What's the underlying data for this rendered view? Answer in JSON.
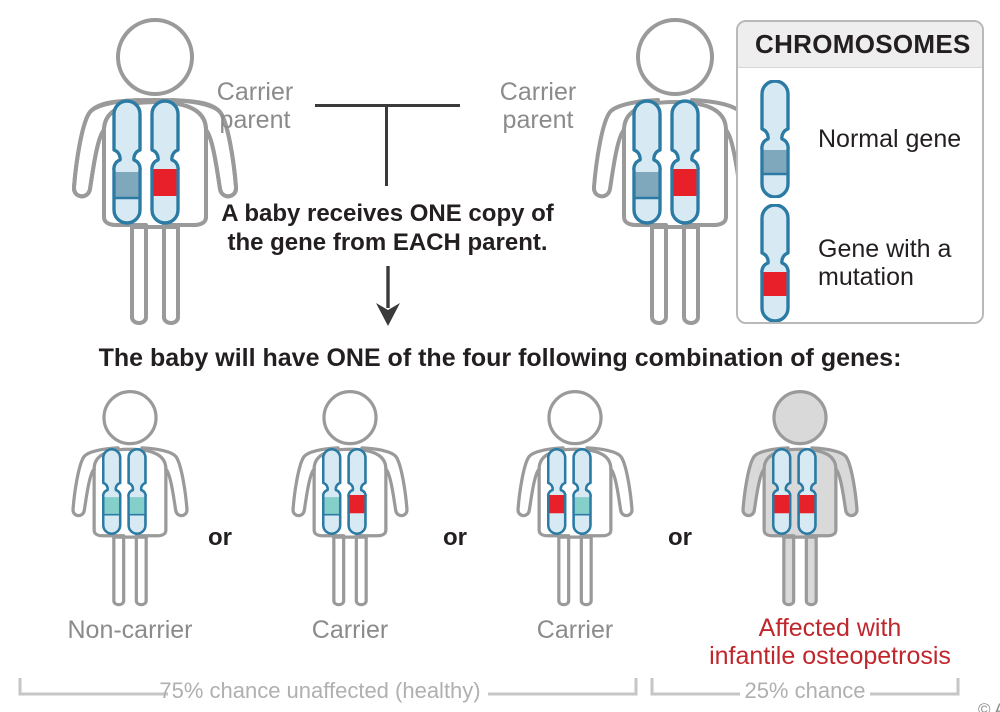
{
  "diagram": {
    "title_note": "A baby receives ONE copy of\nthe gene from EACH parent.",
    "note_line1": "A baby receives ONE copy of",
    "note_line2": "the gene from EACH parent.",
    "headline": "The baby will have ONE of the four following combination of genes:",
    "credit": "© AboutKidsHealth.ca"
  },
  "parents": [
    {
      "label_line1": "Carrier",
      "label_line2": "parent",
      "genotype": [
        "normal",
        "mutation"
      ],
      "body_fill": "white"
    },
    {
      "label_line1": "Carrier",
      "label_line2": "parent",
      "genotype": [
        "normal",
        "mutation"
      ],
      "body_fill": "white"
    }
  ],
  "children": [
    {
      "label": "Non-carrier",
      "genotype": [
        "normal",
        "normal"
      ],
      "body_fill": "white",
      "affected": false,
      "or_after": "or"
    },
    {
      "label": "Carrier",
      "genotype": [
        "normal",
        "mutation"
      ],
      "body_fill": "white",
      "affected": false,
      "or_after": "or"
    },
    {
      "label": "Carrier",
      "genotype": [
        "mutation",
        "normal"
      ],
      "body_fill": "white",
      "affected": false,
      "or_after": "or"
    },
    {
      "label_line1": "Affected with",
      "label_line2": "infantile osteopetrosis",
      "genotype": [
        "mutation",
        "mutation"
      ],
      "body_fill": "gray",
      "affected": true,
      "or_after": ""
    }
  ],
  "chances": [
    {
      "text": "75% chance unaffected (healthy)"
    },
    {
      "text": "25% chance"
    }
  ],
  "legend": {
    "title": "CHROMOSOMES",
    "items": [
      {
        "label": "Normal gene",
        "band": "normal"
      },
      {
        "label_line1": "Gene with a",
        "label_line2": "mutation",
        "band": "mutation"
      }
    ]
  },
  "colors": {
    "chromosome_outline": "#2b7ba4",
    "chromosome_fill": "#d7e9f3",
    "normal_band_parent": "#7fa8bd",
    "normal_band_child": "#85cfca",
    "mutation_band": "#e8202a",
    "figure_outline": "#9a9a9a",
    "figure_fill_gray": "#d9d9d9",
    "affected_text": "#c0272d",
    "label_gray": "#8b8b8b",
    "chance_gray": "#b0b0b0",
    "dark_text": "#231f20"
  }
}
